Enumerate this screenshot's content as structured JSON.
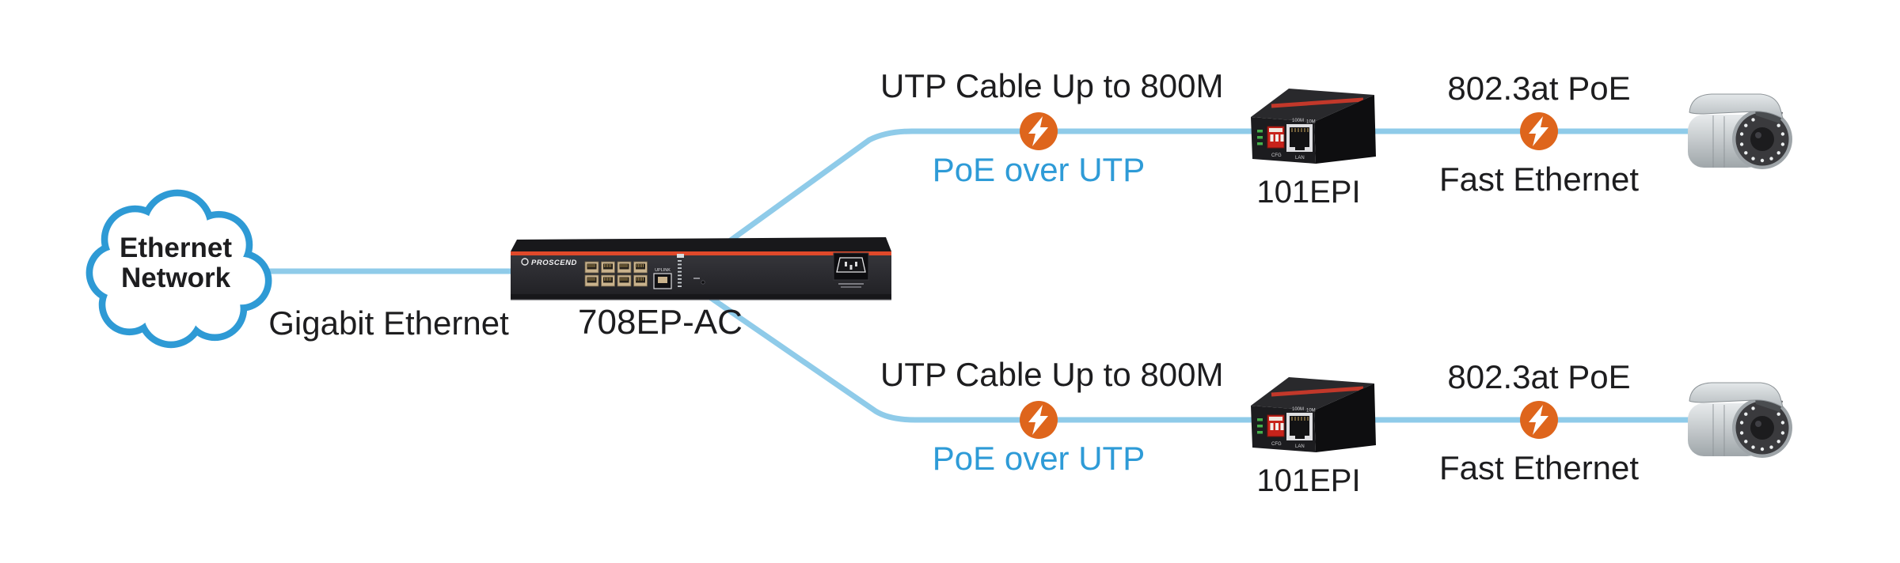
{
  "colors": {
    "wire_blue": "#8FCBE9",
    "cloud_stroke": "#2E9AD5",
    "accent_blue_text": "#2E9BD7",
    "poe_orange": "#DE651C",
    "device_red_stripe": "#E0492A",
    "ink": "#1D1D1F"
  },
  "cloud": {
    "label_line1": "Ethernet",
    "label_line2": "Network"
  },
  "backbone": {
    "link_label": "Gigabit Ethernet"
  },
  "switch": {
    "model": "708EP-AC",
    "brand": "PROSCEND",
    "uplink_label": "UPLINK"
  },
  "branches": [
    {
      "utp_label": "UTP Cable Up to 800M",
      "poe_over_utp_label": "PoE over UTP",
      "converter_model": "101EPI",
      "port_labels": {
        "speed100": "100M",
        "speed10": "10M",
        "cfg": "CFG",
        "lan": "LAN"
      },
      "poe_label": "802.3at PoE",
      "ethernet_label": "Fast Ethernet"
    },
    {
      "utp_label": "UTP Cable Up to 800M",
      "poe_over_utp_label": "PoE over UTP",
      "converter_model": "101EPI",
      "port_labels": {
        "speed100": "100M",
        "speed10": "10M",
        "cfg": "CFG",
        "lan": "LAN"
      },
      "poe_label": "802.3at PoE",
      "ethernet_label": "Fast Ethernet"
    }
  ]
}
